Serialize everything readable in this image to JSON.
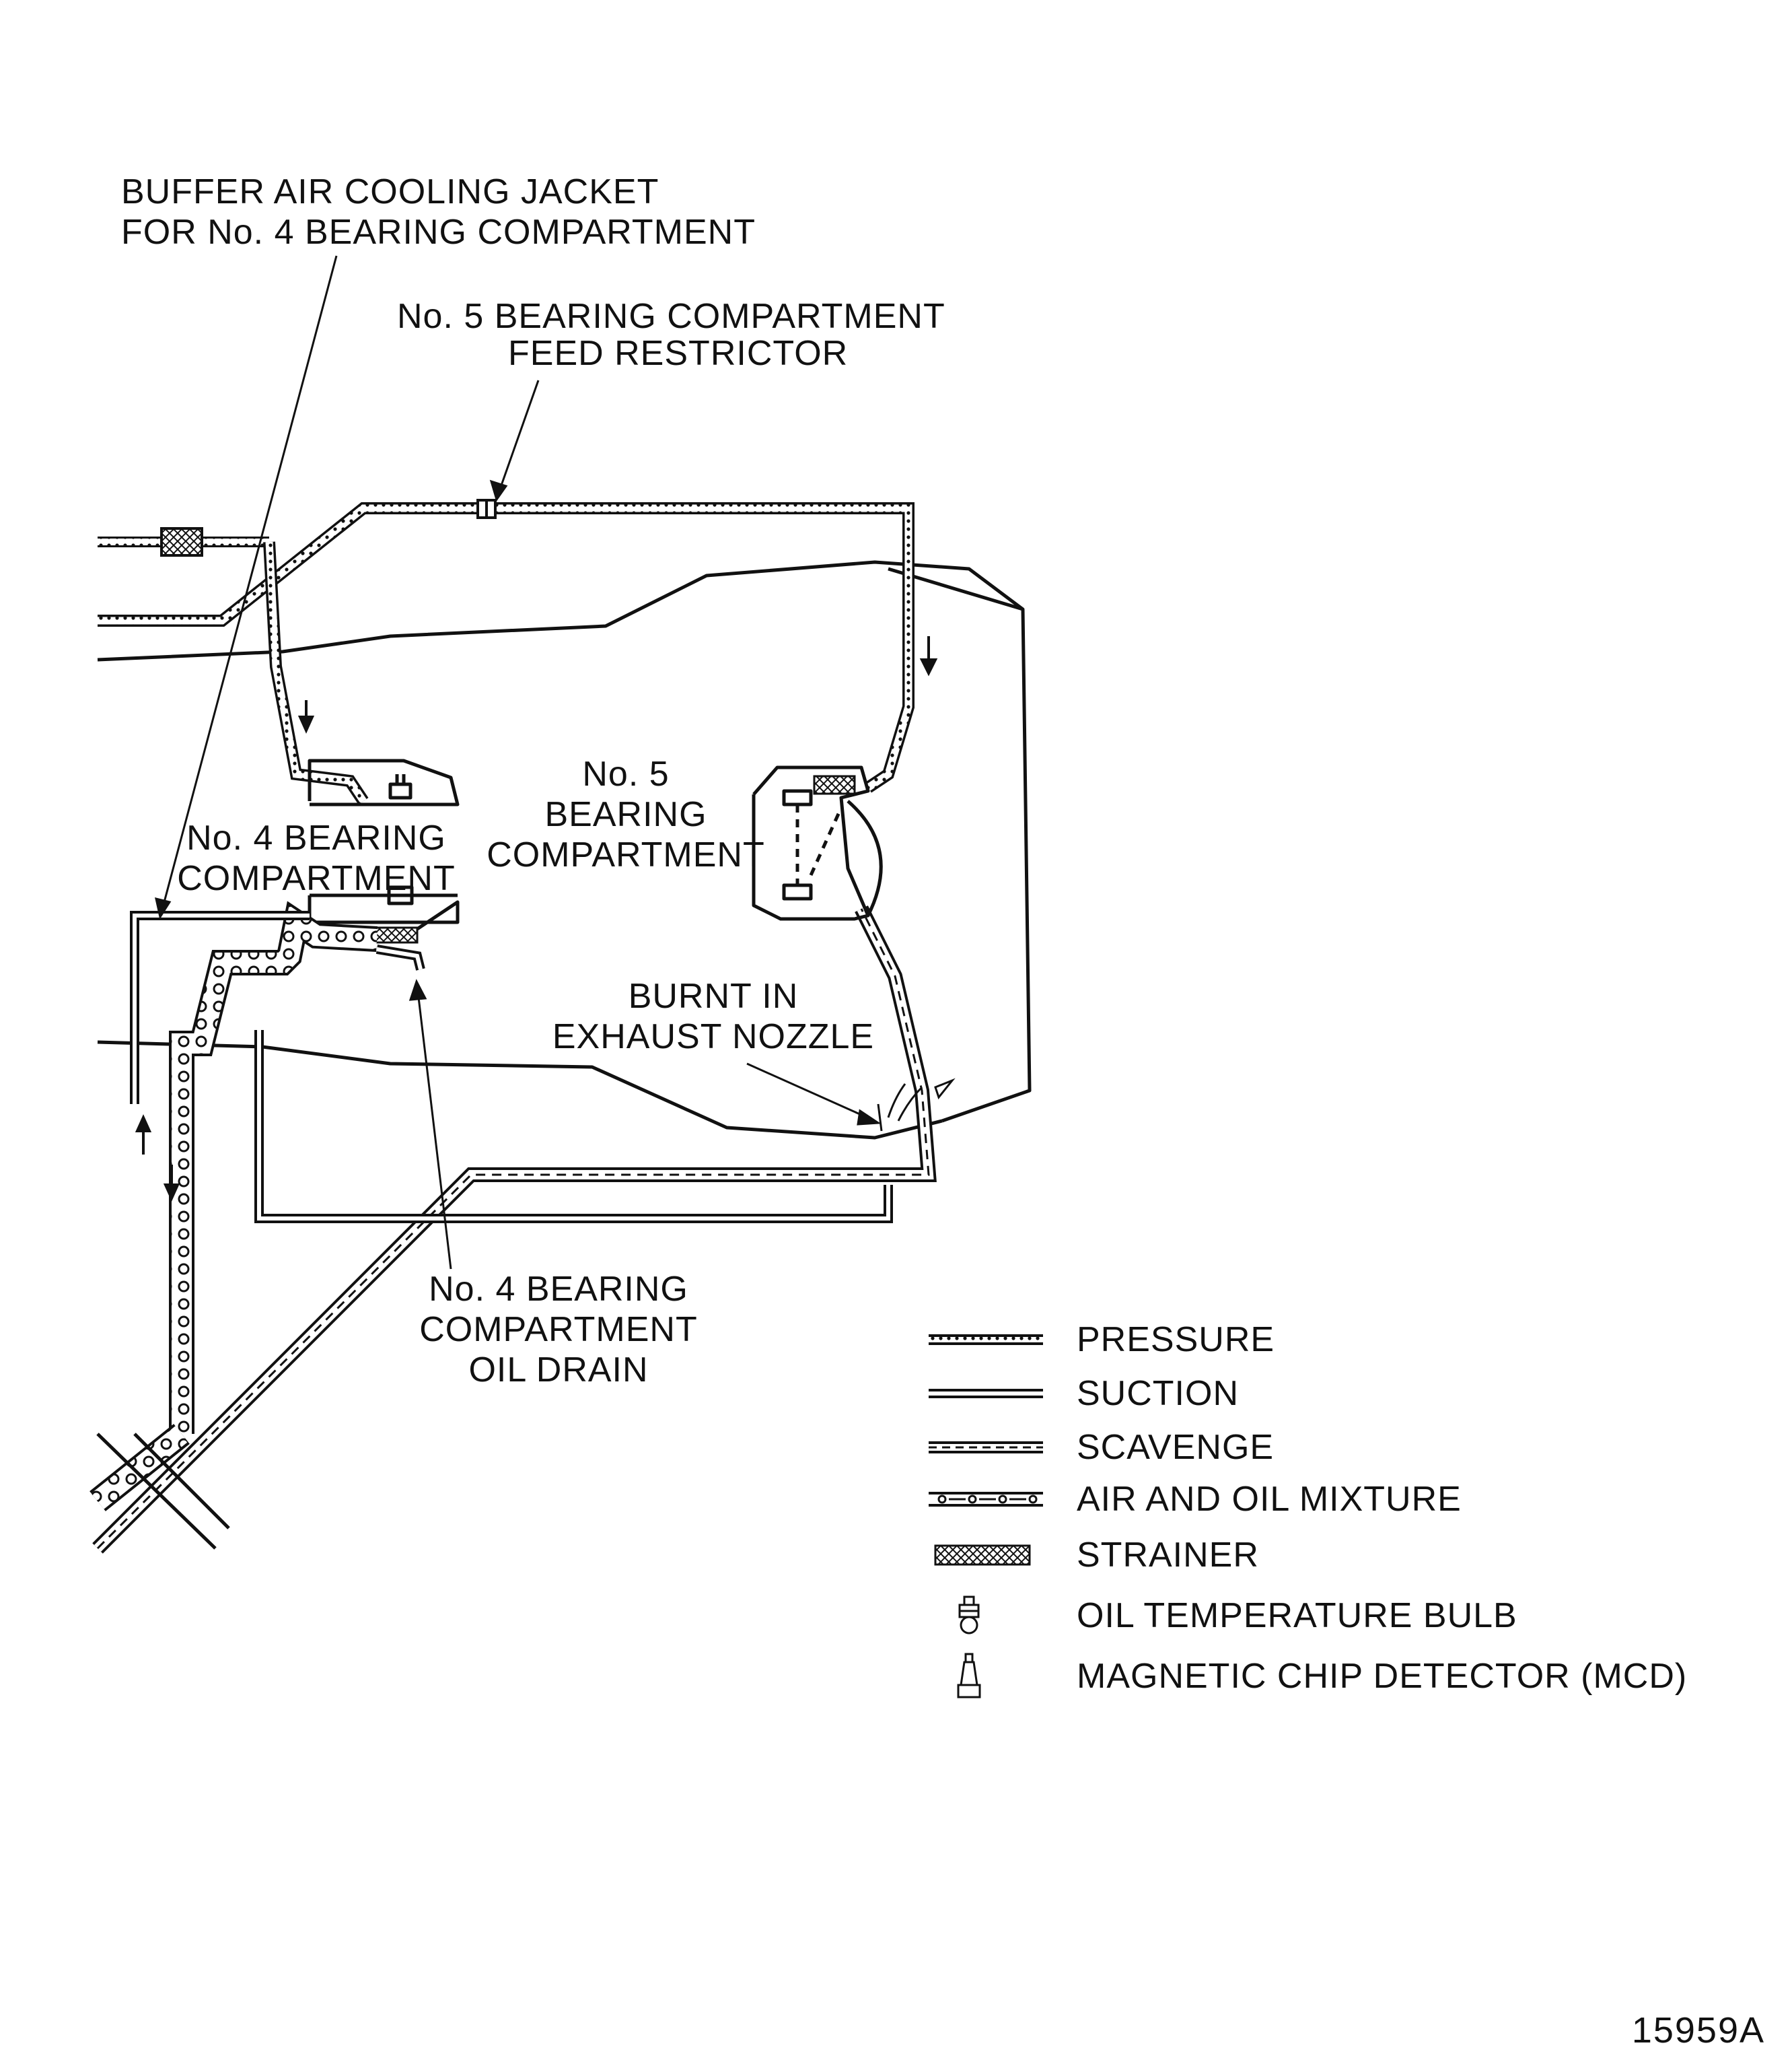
{
  "labels": {
    "buffer_air_line1": "BUFFER AIR COOLING JACKET",
    "buffer_air_line2": "FOR No. 4 BEARING COMPARTMENT",
    "no5_restrictor_line1": "No. 5  BEARING COMPARTMENT",
    "no5_restrictor_line2": "FEED RESTRICTOR",
    "no5_compartment_line1": "No. 5",
    "no5_compartment_line2": "BEARING",
    "no5_compartment_line3": "COMPARTMENT",
    "no4_compartment_line1": "No. 4 BEARING",
    "no4_compartment_line2": "COMPARTMENT",
    "burnt_line1": "BURNT IN",
    "burnt_line2": "EXHAUST NOZZLE",
    "no4_drain_line1": "No. 4 BEARING",
    "no4_drain_line2": "COMPARTMENT",
    "no4_drain_line3": "OIL DRAIN"
  },
  "legend": [
    {
      "label": "PRESSURE",
      "icon": "pressure-line-icon"
    },
    {
      "label": "SUCTION",
      "icon": "suction-line-icon"
    },
    {
      "label": "SCAVENGE",
      "icon": "scavenge-line-icon"
    },
    {
      "label": "AIR AND OIL MIXTURE",
      "icon": "air-oil-mixture-line-icon"
    },
    {
      "label": "STRAINER",
      "icon": "strainer-icon"
    },
    {
      "label": "OIL TEMPERATURE BULB",
      "icon": "oil-temperature-bulb-icon"
    },
    {
      "label": "MAGNETIC CHIP DETECTOR (MCD)",
      "icon": "magnetic-chip-detector-icon"
    }
  ],
  "figure_number": "15959A",
  "colors": {
    "ink": "#111111",
    "paper": "#ffffff"
  }
}
